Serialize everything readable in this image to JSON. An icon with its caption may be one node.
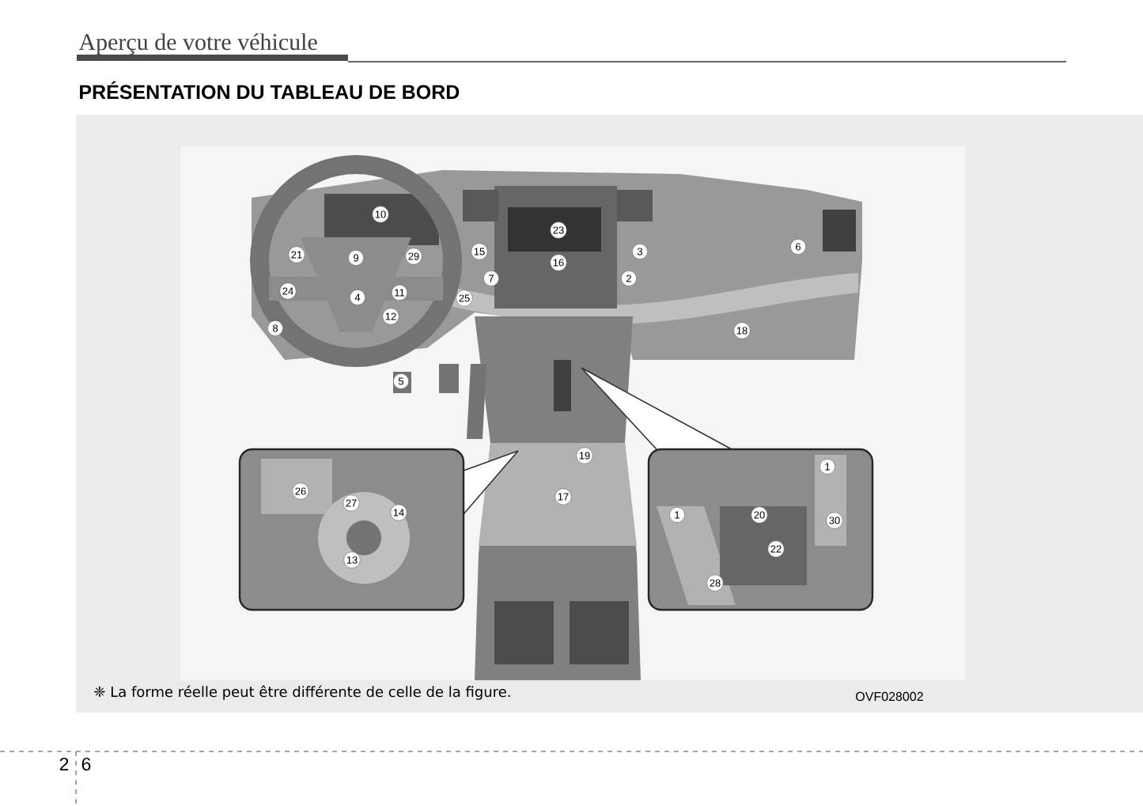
{
  "diagram": {
    "title": "PRÉSENTATION DU TABLEAU DE BORD",
    "caption": "❈ La forme réelle peut être différente de celle de la figure.",
    "labels": [
      "Aperçu de votre véhicule",
      "10",
      "23",
      "21",
      "9",
      "29",
      "15",
      "16",
      "3",
      "6",
      "7",
      "2",
      "24",
      "4",
      "11",
      "25",
      "12",
      "8",
      "18",
      "5",
      "19",
      "1",
      "26",
      "17",
      "27",
      "14",
      "1",
      "20",
      "30",
      "22",
      "13",
      "28",
      "OVF028002",
      "2",
      "6"
    ]
  }
}
